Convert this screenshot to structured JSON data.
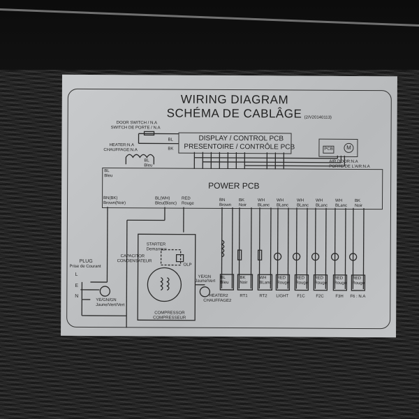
{
  "title": {
    "line1": "WIRING DIAGRAM",
    "line2": "SCHÉMA DE CABLÂGE",
    "version": "(2/V20140113)"
  },
  "door_switch": {
    "en": "DOOR SWITCH / N.A",
    "fr": "SWITCH DE PORTE / N.A",
    "wire1": "BL",
    "wire2": "BK"
  },
  "heater1": {
    "en": "HEATER:N.A",
    "fr": "CHAUFFAGE:N.A",
    "wire": "BL Bleu"
  },
  "display_pcb": {
    "en": "DISPLAY / CONTROL  PCB",
    "fr": "PRESENTOIRE / CONTRÔLE  PCB"
  },
  "air_door": {
    "pcb": "PCB",
    "motor": "M",
    "en": "AIR DOOR:N.A",
    "fr": "PORTE DE L'AIR:N.A"
  },
  "power_pcb": {
    "label": "POWER PCB",
    "top_wire": "BL Bleu"
  },
  "power_inputs": [
    {
      "en": "BN(BK)",
      "fr": "Brown(Noir)"
    },
    {
      "en": "BL(WH)",
      "fr": "Bleu(Blanc)"
    },
    {
      "en": "RED",
      "fr": "Rouge"
    }
  ],
  "output_wires_top": [
    {
      "en": "BN",
      "fr": "Brown"
    },
    {
      "en": "BK",
      "fr": "Noir"
    },
    {
      "en": "WH",
      "fr": "BLanc"
    },
    {
      "en": "WH",
      "fr": "BLanc"
    },
    {
      "en": "WH",
      "fr": "BLanc"
    },
    {
      "en": "WH",
      "fr": "BLanc"
    },
    {
      "en": "WH",
      "fr": "BLanc"
    },
    {
      "en": "BK",
      "fr": "Noir"
    }
  ],
  "loads": [
    {
      "name": "HEATER2",
      "fr": "CHAUFFAGE2",
      "wire": "BL Bleu",
      "symbol": "coil"
    },
    {
      "name": "RT1",
      "wire": "BK Noir",
      "symbol": "thermistor"
    },
    {
      "name": "RT2",
      "wire": "WH BLanc",
      "symbol": "thermistor"
    },
    {
      "name": "LIGHT",
      "wire": "RED Rouge",
      "symbol": "lamp"
    },
    {
      "name": "F1C",
      "wire": "RED Rouge",
      "symbol": "motor"
    },
    {
      "name": "F2C",
      "wire": "RED Rouge",
      "symbol": "motor"
    },
    {
      "name": "F3H",
      "wire": "RED Rouge",
      "symbol": "motor"
    },
    {
      "name": "F6 : N.A",
      "wire": "RED Rouge",
      "symbol": "motor"
    }
  ],
  "plug": {
    "en": "PLUG",
    "fr": "Prise de Courant",
    "pins": [
      "L",
      "E",
      "N"
    ],
    "ground_wire": "YE/GN/GN",
    "ground_fr": "Jaune/Vert/Vert"
  },
  "compressor": {
    "starter_en": "STARTER",
    "starter_fr": "Demarreur",
    "capacitor_en": "CAPACITOR",
    "capacitor_fr": "CONDENSATEUR",
    "olp": "OLP",
    "en": "COMPRESSOR",
    "fr": "COMPRESSEUR",
    "ground_wire": "YE/GN",
    "ground_fr": "Jaune/Vert"
  }
}
